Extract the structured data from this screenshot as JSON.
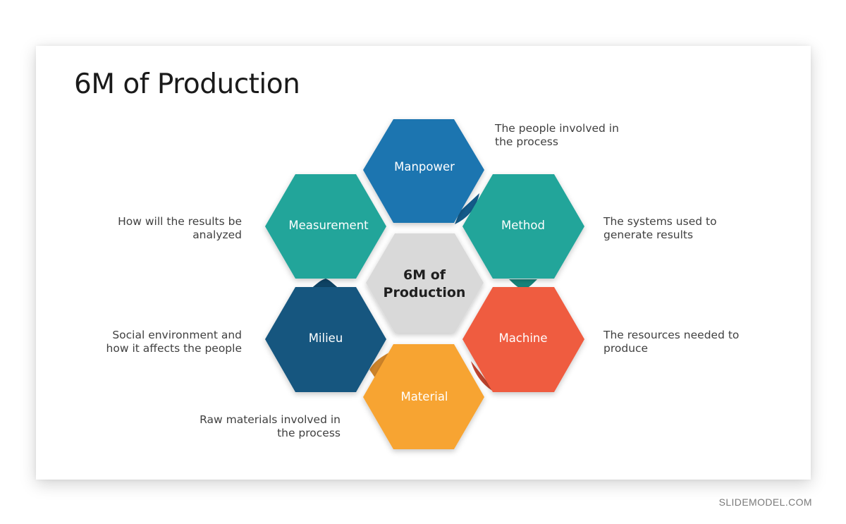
{
  "title": "6M of Production",
  "center": {
    "line1": "6M of",
    "line2": "Production",
    "color": "#d9d9d9"
  },
  "segments": [
    {
      "key": "manpower",
      "label": "Manpower",
      "color": "#1b75b0",
      "description": [
        "The people involved in",
        "the process"
      ]
    },
    {
      "key": "method",
      "label": "Method",
      "color": "#20a59a",
      "description": [
        "The systems used to",
        "generate results"
      ]
    },
    {
      "key": "machine",
      "label": "Machine",
      "color": "#ef5b3f",
      "description": [
        "The resources needed to",
        "produce"
      ]
    },
    {
      "key": "material",
      "label": "Material",
      "color": "#f7a433",
      "description": [
        "Raw materials involved in",
        "the process"
      ]
    },
    {
      "key": "milieu",
      "label": "Milieu",
      "color": "#13577f",
      "description": [
        "Social environment and",
        "how it affects the people"
      ]
    },
    {
      "key": "measurement",
      "label": "Measurement",
      "color": "#20a59a",
      "description": [
        "How will the results be",
        "analyzed"
      ]
    }
  ],
  "footer": "SLIDEMODEL.COM"
}
